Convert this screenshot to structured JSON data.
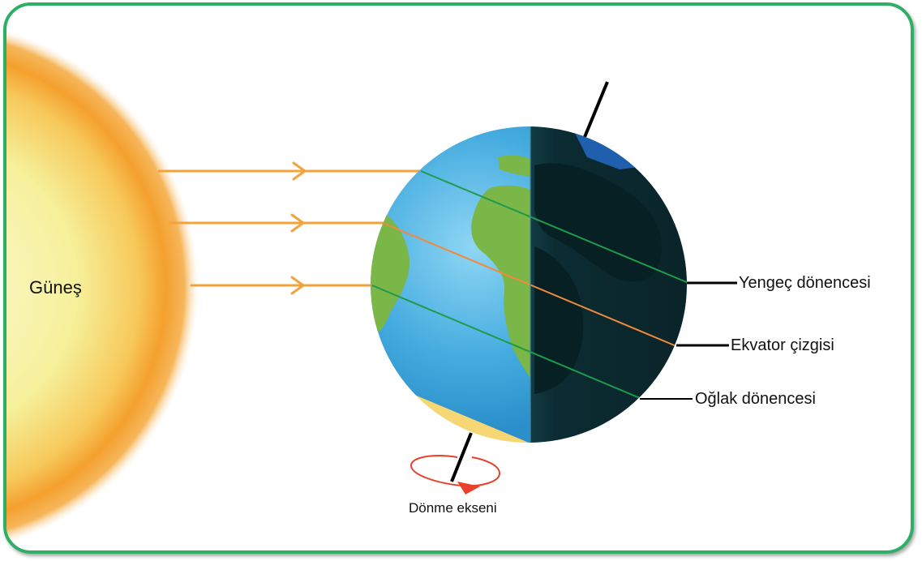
{
  "diagram": {
    "sun_label": "Güneş",
    "tropic_cancer_label": "Yengeç dönencesi",
    "equator_label": "Ekvator çizgisi",
    "tropic_capricorn_label": "Oğlak dönencesi",
    "axis_label": "Dönme ekseni"
  },
  "colors": {
    "frame_border": "#2fae66",
    "sun_core": "#f6f3a8",
    "sun_rim": "#f39a2c",
    "ray": "#f4a23c",
    "ocean": "#3aa6de",
    "land": "#7ab648",
    "night": "#0a2a2e",
    "tropic_line": "#1f9a4a",
    "equator_line": "#f08a3c",
    "axis": "#000000",
    "rotation_arrow": "#e8402a"
  }
}
